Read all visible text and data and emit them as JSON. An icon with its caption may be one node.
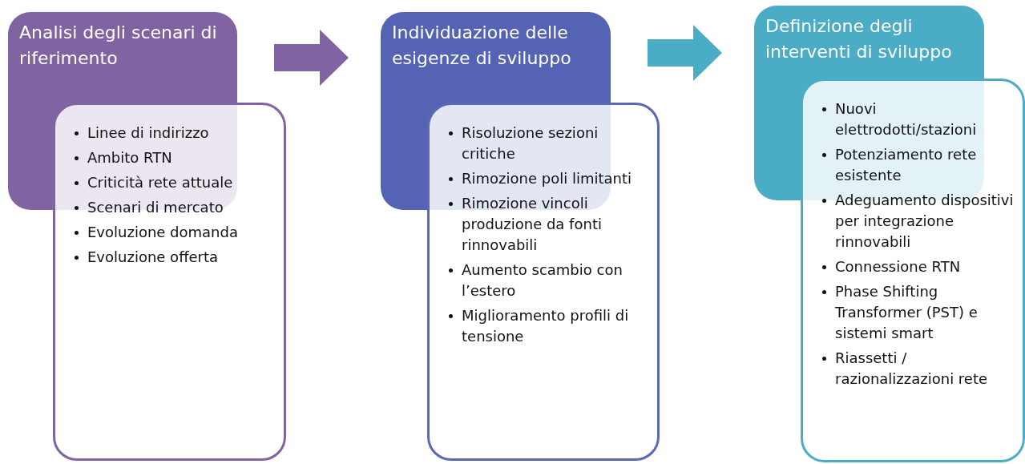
{
  "diagram": {
    "nodes": [
      {
        "text": [
          "Analisi degli scenari di riferimento"
        ]
      },
      {
        "text": [
          "Linee di indirizzo",
          "Ambito RTN",
          "Criticità rete attuale",
          "Scenari di mercato",
          "Evoluzione domanda",
          "Evoluzione offerta"
        ]
      },
      {
        "text": [
          "Individuazione delle esigenze di sviluppo"
        ]
      },
      {
        "text": [
          "Risoluzione sezioni critiche",
          "Rimozione poli limitanti",
          "Rimozione vincoli produzione da fonti rinnovabili",
          "Aumento scambio con l’estero",
          "Miglioramento profili di tensione"
        ]
      },
      {
        "text": [
          "Definizione degli interventi di sviluppo"
        ]
      },
      {
        "text": [
          "Nuovi elettrodotti/stazioni",
          "Potenziamento rete esistente",
          "Adeguamento dispositivi per integrazione rinnovabili",
          "Connessione RTN",
          "Phase Shifting Transformer (PST) e sistemi smart",
          "Riassetti / razionalizzazioni rete"
        ]
      }
    ],
    "edges": [
      {
        "from": 0,
        "to": 2,
        "arrow": "to",
        "style": "thick",
        "color": "#8064a2"
      },
      {
        "from": 2,
        "to": 4,
        "arrow": "to",
        "style": "thick",
        "color": "#4bacc6"
      }
    ]
  }
}
